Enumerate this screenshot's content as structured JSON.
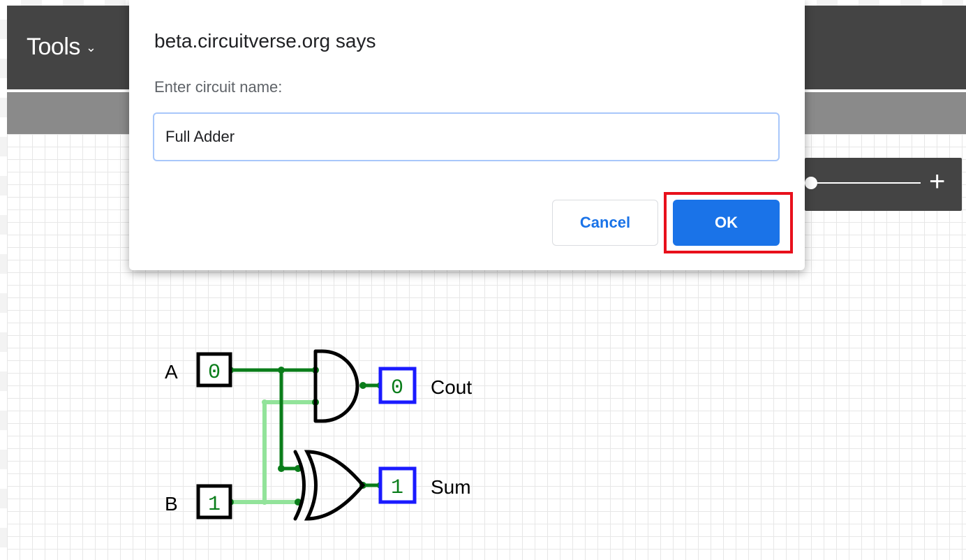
{
  "navbar": {
    "tools_label": "Tools",
    "tools_chevron": "chevron-down-icon"
  },
  "zoom": {
    "plus_label": "+",
    "level": 0.0
  },
  "dialog": {
    "title": "beta.circuitverse.org says",
    "message": "Enter circuit name:",
    "input_value": "Full Adder",
    "cancel_label": "Cancel",
    "ok_label": "OK"
  },
  "circuit": {
    "input_a": {
      "label": "A",
      "value": "0"
    },
    "input_b": {
      "label": "B",
      "value": "1"
    },
    "output_cout": {
      "label": "Cout",
      "value": "0"
    },
    "output_sum": {
      "label": "Sum",
      "value": "1"
    }
  },
  "colors": {
    "navbar": "#444444",
    "subbar": "#8a8a8a",
    "wire_high": "#0a7d1a",
    "wire_low": "#92e39a",
    "output_box": "#1a1aff",
    "ok_button": "#1a73e8",
    "highlight": "#e8101c"
  }
}
